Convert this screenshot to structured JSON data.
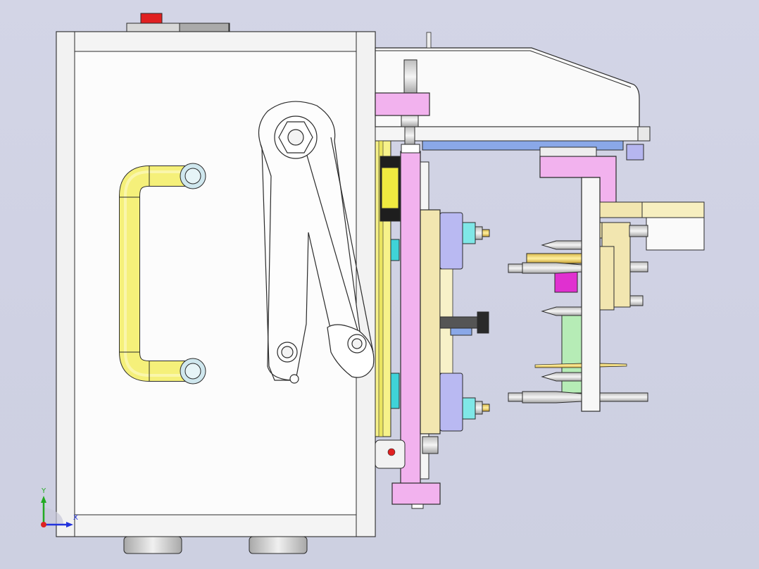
{
  "app": {
    "view": "cad-viewport"
  },
  "triad": {
    "y_label": "Y",
    "x_label": "X",
    "colors": {
      "y": "#22aa22",
      "x": "#2233dd",
      "origin": "#dd2222"
    }
  },
  "colors": {
    "background": "#d0d2e4",
    "outline": "#2b2b2b",
    "housing": "#f7f7f7",
    "handle": "#f5f07a",
    "pink_plate": "#f2b2ee",
    "blue_block": "#b9b9f2",
    "cyan_pin": "#7fe7e7",
    "green_block": "#b6ecb6",
    "magenta": "#e030d0",
    "tan_plate": "#f2e6b0",
    "blue_bar": "#8aa8e8",
    "red_button": "#e02020"
  }
}
